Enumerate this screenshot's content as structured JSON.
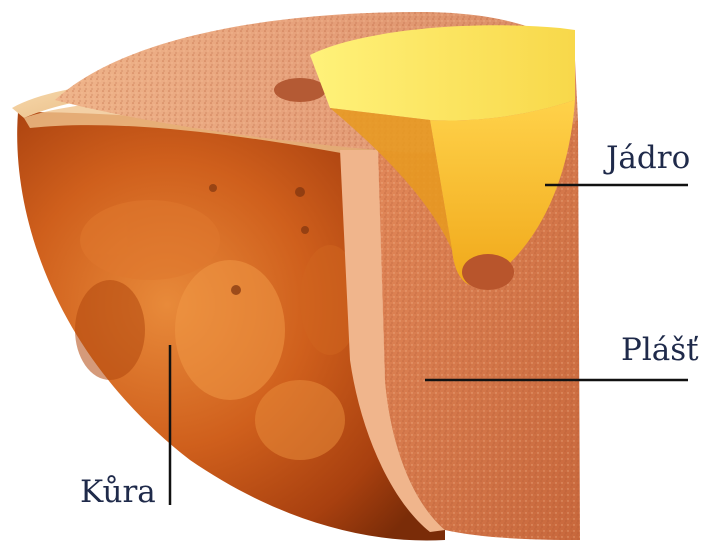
{
  "labels": {
    "core": "Jádro",
    "mantle": "Plášť",
    "crust": "Kůra"
  },
  "colors": {
    "background": "#ffffff",
    "label_text": "#1f2a4a",
    "leader_line": "#111111",
    "core": "#f5b820",
    "mantle": "#d9804f",
    "crust_surface": "#c9531a"
  }
}
